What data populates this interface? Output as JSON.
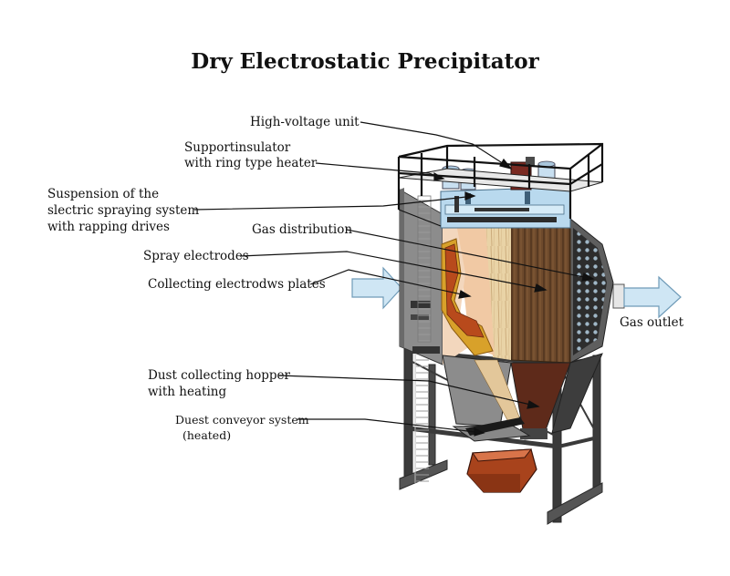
{
  "title": "Dry Electrostatic Precipitator",
  "labels": {
    "high_voltage": "High-voltage unit",
    "support_insulator_1": "Supportinsulator",
    "support_insulator_2": "with ring type heater",
    "suspension_1": "Suspension of the",
    "suspension_2": "slectric spraying system",
    "suspension_3": "with rapping drives",
    "gas_distribution": "Gas distribution",
    "spray_electrodes": "Spray electrodes",
    "collecting_plates": "Collecting electrodws plates",
    "gas_outlet": "Gas outlet",
    "hopper_1": "Dust collecting hopper",
    "hopper_2": "with heating",
    "conveyor_1": "Duest conveyor system",
    "conveyor_2": "(heated)"
  },
  "colors": {
    "arrow_fill": "#cfe6f4",
    "arrow_stroke": "#6f9bb8",
    "casing": "#8c8c8c",
    "casing_dark": "#5a5a5a",
    "blue_top": "#b9d9ee",
    "wood_dark": "#5b3b22",
    "wood_light": "#e7d0a3",
    "orange": "#c8561e",
    "conveyor": "#a8431c"
  }
}
